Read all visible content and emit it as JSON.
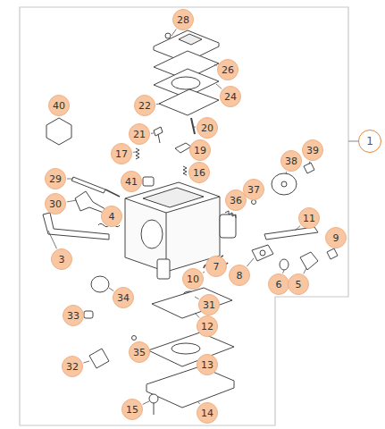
{
  "diagram": {
    "nodes": [
      {
        "text": [
          "28"
        ]
      },
      {
        "text": [
          "26"
        ]
      },
      {
        "text": [
          "24"
        ]
      },
      {
        "text": [
          "22"
        ]
      },
      {
        "text": [
          "20"
        ]
      },
      {
        "text": [
          "21"
        ]
      },
      {
        "text": [
          "19"
        ]
      },
      {
        "text": [
          "17"
        ]
      },
      {
        "text": [
          "16"
        ]
      },
      {
        "text": [
          "1"
        ]
      },
      {
        "text": [
          "40"
        ]
      },
      {
        "text": [
          "39"
        ]
      },
      {
        "text": [
          "38"
        ]
      },
      {
        "text": [
          "29"
        ]
      },
      {
        "text": [
          "41"
        ]
      },
      {
        "text": [
          "37"
        ]
      },
      {
        "text": [
          "36"
        ]
      },
      {
        "text": [
          "30"
        ]
      },
      {
        "text": [
          "11"
        ]
      },
      {
        "text": [
          "4"
        ]
      },
      {
        "text": [
          "9"
        ]
      },
      {
        "text": [
          "3"
        ]
      },
      {
        "text": [
          "7"
        ]
      },
      {
        "text": [
          "10"
        ]
      },
      {
        "text": [
          "8"
        ]
      },
      {
        "text": [
          "6"
        ]
      },
      {
        "text": [
          "5"
        ]
      },
      {
        "text": [
          "31"
        ]
      },
      {
        "text": [
          "34"
        ]
      },
      {
        "text": [
          "33"
        ]
      },
      {
        "text": [
          "12"
        ]
      },
      {
        "text": [
          "35"
        ]
      },
      {
        "text": [
          "13"
        ]
      },
      {
        "text": [
          "32"
        ]
      },
      {
        "text": [
          "14"
        ]
      },
      {
        "text": [
          "15"
        ]
      }
    ]
  }
}
